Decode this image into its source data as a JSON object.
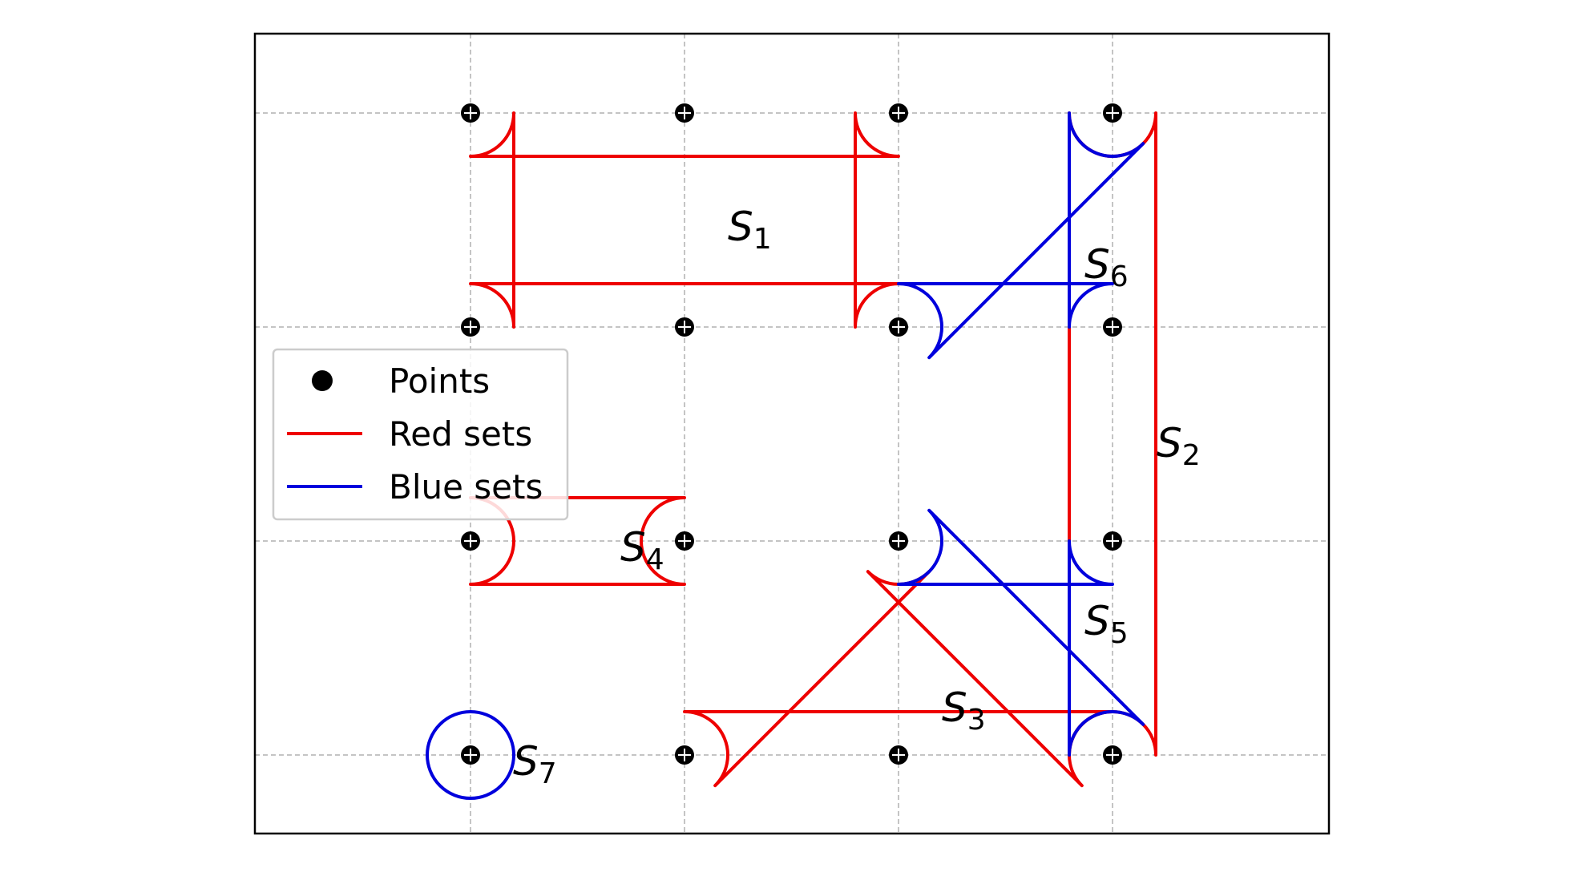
{
  "colors": {
    "red": "#ee0000",
    "blue": "#0000dd",
    "point": "#000000",
    "grid": "#b0b0b0"
  },
  "grid": {
    "columns": [
      0,
      1,
      2,
      3
    ],
    "rows": [
      0,
      1,
      2,
      3
    ],
    "style": "dashed"
  },
  "points": [
    [
      0,
      3
    ],
    [
      1,
      3
    ],
    [
      2,
      3
    ],
    [
      3,
      3
    ],
    [
      0,
      2
    ],
    [
      1,
      2
    ],
    [
      2,
      2
    ],
    [
      3,
      2
    ],
    [
      0,
      1
    ],
    [
      1,
      1
    ],
    [
      2,
      1
    ],
    [
      3,
      1
    ],
    [
      0,
      0
    ],
    [
      1,
      0
    ],
    [
      2,
      0
    ],
    [
      3,
      0
    ]
  ],
  "sets": [
    {
      "id": "s1",
      "label": "S",
      "sub": "1",
      "color": "red",
      "points": [
        [
          0,
          3
        ],
        [
          1,
          3
        ],
        [
          2,
          3
        ],
        [
          0,
          2
        ],
        [
          1,
          2
        ],
        [
          2,
          2
        ]
      ]
    },
    {
      "id": "s2",
      "label": "S",
      "sub": "2",
      "color": "red",
      "points": [
        [
          3,
          3
        ],
        [
          3,
          2
        ],
        [
          3,
          1
        ],
        [
          3,
          0
        ]
      ]
    },
    {
      "id": "s3",
      "label": "S",
      "sub": "3",
      "color": "red",
      "points": [
        [
          2,
          1
        ],
        [
          1,
          0
        ],
        [
          2,
          0
        ],
        [
          3,
          0
        ]
      ]
    },
    {
      "id": "s4",
      "label": "S",
      "sub": "4",
      "color": "red",
      "points": [
        [
          0,
          1
        ],
        [
          1,
          1
        ]
      ]
    },
    {
      "id": "s5",
      "label": "S",
      "sub": "5",
      "color": "blue",
      "points": [
        [
          2,
          1
        ],
        [
          3,
          1
        ],
        [
          3,
          0
        ]
      ]
    },
    {
      "id": "s6",
      "label": "S",
      "sub": "6",
      "color": "blue",
      "points": [
        [
          3,
          3
        ],
        [
          2,
          2
        ],
        [
          3,
          2
        ]
      ]
    },
    {
      "id": "s7",
      "label": "S",
      "sub": "7",
      "color": "blue",
      "points": [
        [
          0,
          0
        ]
      ]
    }
  ],
  "legend": {
    "placement": "center-left",
    "items": [
      {
        "label": "Points",
        "kind": "marker"
      },
      {
        "label": "Red sets",
        "kind": "line",
        "color": "red"
      },
      {
        "label": "Blue sets",
        "kind": "line",
        "color": "blue"
      }
    ]
  }
}
